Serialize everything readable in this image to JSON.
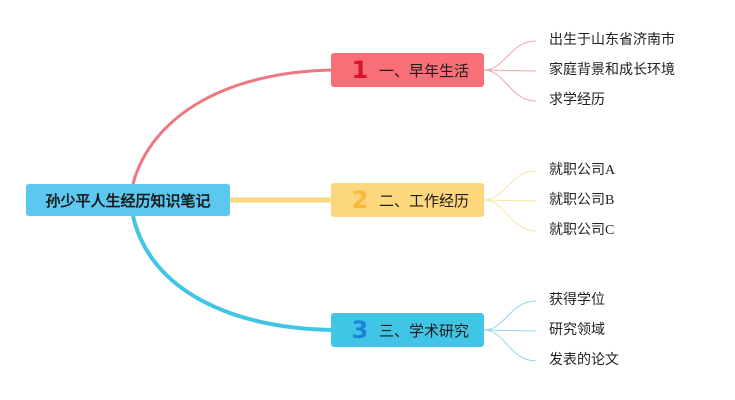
{
  "root": {
    "label": "孙少平人生经历知识笔记"
  },
  "branches": [
    {
      "number": "1",
      "label": "一、早年生活",
      "color": "#f86f78",
      "line_color": "#ee7880",
      "leaf_line_color": "#f1a3aa",
      "leaves": [
        "出生于山东省济南市",
        "家庭背景和成长环境",
        "求学经历"
      ]
    },
    {
      "number": "2",
      "label": "二、工作经历",
      "color": "#fdd77c",
      "line_color": "#fbd780",
      "leaf_line_color": "#fbe2a8",
      "leaves": [
        "就职公司A",
        "就职公司B",
        "就职公司C"
      ]
    },
    {
      "number": "3",
      "label": "三、学术研究",
      "color": "#40c6e4",
      "line_color": "#40c6e4",
      "leaf_line_color": "#8fd9ea",
      "leaves": [
        "获得学位",
        "研究领域",
        "发表的论文"
      ]
    }
  ]
}
